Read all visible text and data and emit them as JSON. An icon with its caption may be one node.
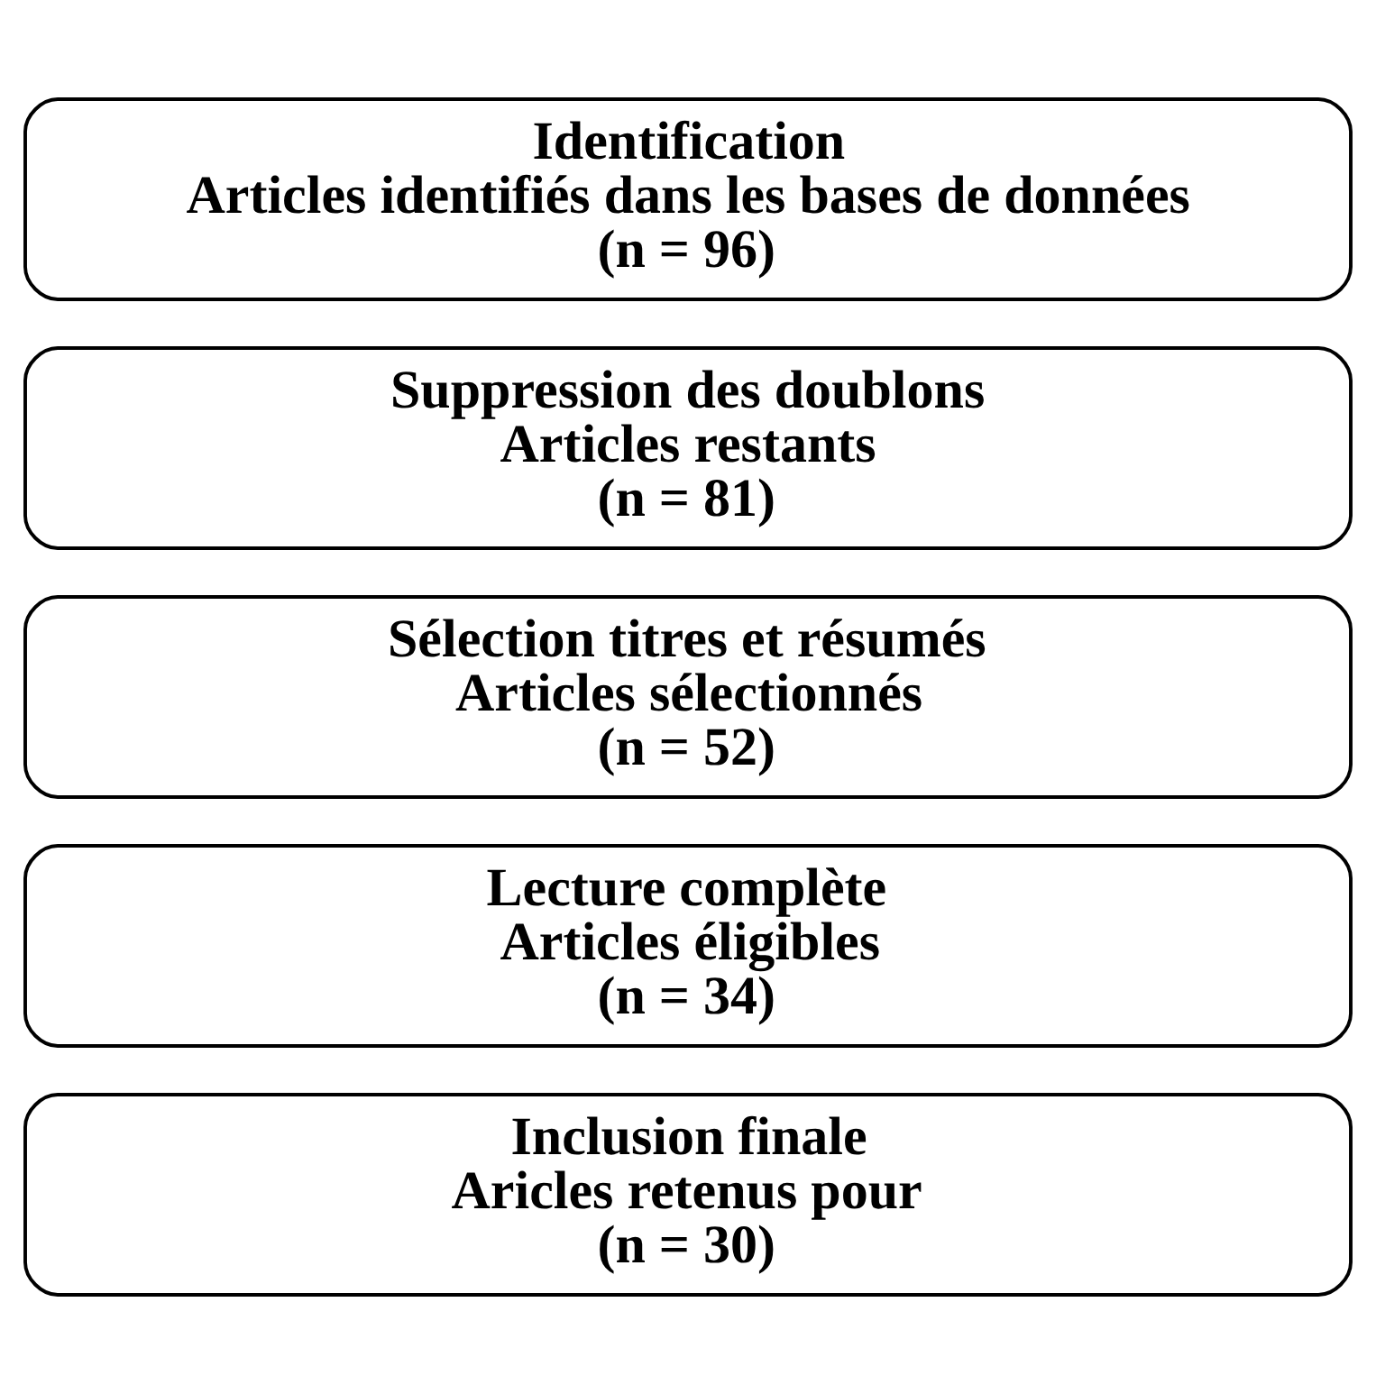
{
  "diagram": {
    "nodes": [
      {
        "text": [
          "Identification",
          "Articles identifiés dans les bases de données",
          "(n = 96)"
        ]
      },
      {
        "text": [
          "Suppression des doublons",
          "Articles restants",
          "(n = 81)"
        ]
      },
      {
        "text": [
          "Sélection titres et résumés",
          "Articles sélectionnés",
          "(n = 52)"
        ]
      },
      {
        "text": [
          "Lecture complète",
          "Articles éligibles",
          "(n = 34)"
        ]
      },
      {
        "text": [
          "Inclusion finale",
          "Aricles retenus pour",
          "(n = 30)"
        ]
      }
    ],
    "edges": []
  }
}
